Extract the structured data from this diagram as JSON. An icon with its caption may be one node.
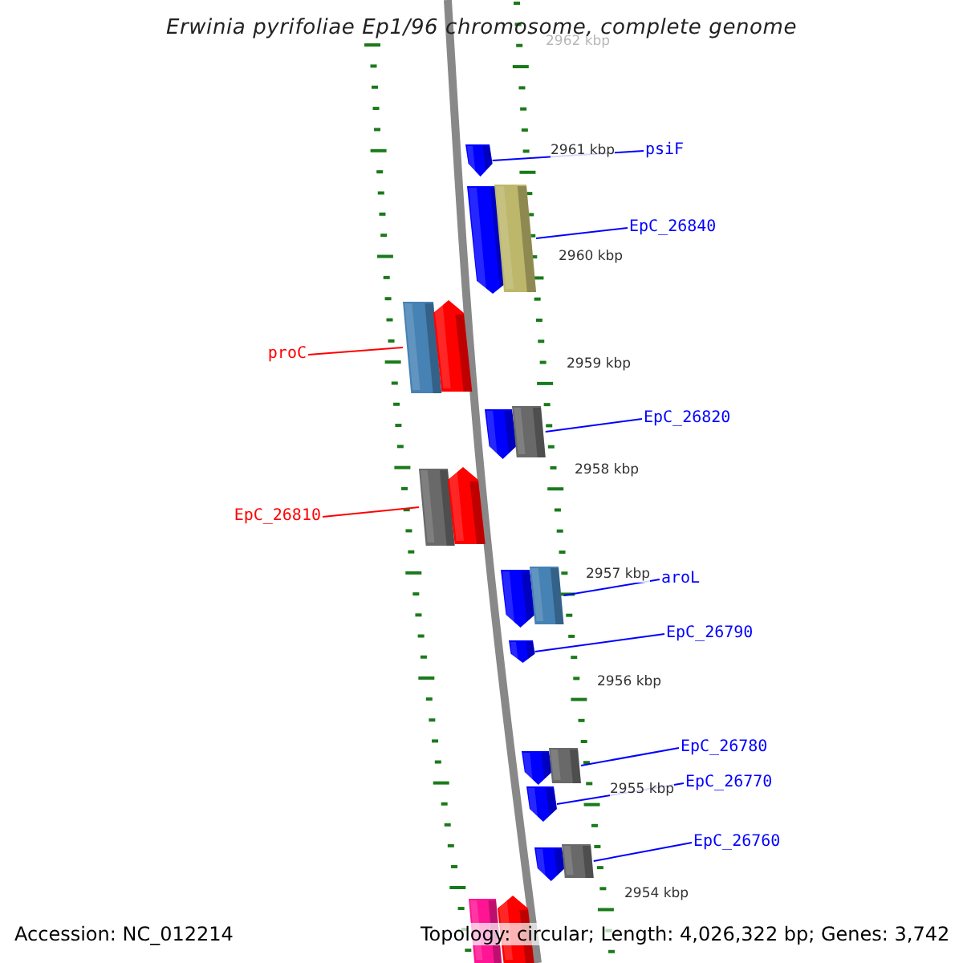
{
  "diagram": {
    "title": "Erwinia pyrifoliae Ep1/96 chromosome, complete genome",
    "nodes": [
      {
        "text": [
          "psiF"
        ]
      },
      {
        "text": [],
        "shape": "pentagon"
      },
      {
        "text": [],
        "shape": "pentagon"
      },
      {
        "text": [],
        "shape": "bar"
      },
      {
        "text": [
          "EpC_26840"
        ]
      },
      {
        "text": [],
        "shape": "bar"
      },
      {
        "text": [],
        "shape": "pentagon"
      },
      {
        "text": [
          "proC"
        ]
      },
      {
        "text": [],
        "shape": "pentagon"
      },
      {
        "text": [],
        "shape": "bar"
      },
      {
        "text": [
          "EpC_26820"
        ]
      },
      {
        "text": [
          "EpC_26810"
        ]
      },
      {
        "text": [],
        "shape": "bar"
      },
      {
        "text": [],
        "shape": "pentagon"
      },
      {
        "text": [],
        "shape": "pentagon"
      },
      {
        "text": [],
        "shape": "bar"
      },
      {
        "text": [
          "aroL"
        ]
      },
      {
        "text": [],
        "shape": "pentagon"
      },
      {
        "text": [
          "EpC_26790"
        ]
      },
      {
        "text": [],
        "shape": "pentagon"
      },
      {
        "text": [],
        "shape": "bar"
      },
      {
        "text": [
          "EpC_26780"
        ]
      },
      {
        "text": [],
        "shape": "pentagon"
      },
      {
        "text": [
          "EpC_26770"
        ]
      },
      {
        "text": [],
        "shape": "pentagon"
      },
      {
        "text": [],
        "shape": "bar"
      },
      {
        "text": [
          "EpC_26760"
        ]
      },
      {
        "text": [],
        "shape": "bar"
      },
      {
        "text": [],
        "shape": "pentagon"
      }
    ],
    "edges": [
      {
        "from": 0,
        "to": 1,
        "arrow": "none"
      },
      {
        "from": 4,
        "to": 3,
        "arrow": "none"
      },
      {
        "from": 7,
        "to": 5,
        "arrow": "none",
        "color": "#ff0000"
      },
      {
        "from": 10,
        "to": 9,
        "arrow": "none"
      },
      {
        "from": 11,
        "to": 12,
        "arrow": "none",
        "color": "#ff0000"
      },
      {
        "from": 16,
        "to": 15,
        "arrow": "none"
      },
      {
        "from": 18,
        "to": 17,
        "arrow": "none"
      },
      {
        "from": 21,
        "to": 20,
        "arrow": "none"
      },
      {
        "from": 23,
        "to": 22,
        "arrow": "none"
      },
      {
        "from": 26,
        "to": 25,
        "arrow": "none"
      }
    ],
    "labels": [
      "2962 kbp",
      "2961 kbp",
      "2960 kbp",
      "2959 kbp",
      "2958 kbp",
      "2957 kbp",
      "2956 kbp",
      "2955 kbp",
      "2954 kbp",
      "Accession: NC_012214",
      "Topology: circular; Length: 4,026,322 bp; Genes: 3,742"
    ]
  }
}
